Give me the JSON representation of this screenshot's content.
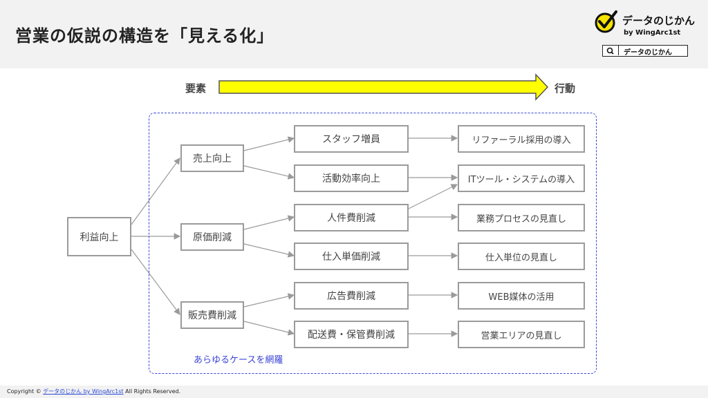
{
  "header": {
    "title": "営業の仮説の構造を「見える化」",
    "logo_name": "データのじかん",
    "logo_by": "by WingArc1st",
    "search_label": "データのじかん"
  },
  "axis": {
    "left_label": "要素",
    "right_label": "行動",
    "arrow_color": "#ffff00"
  },
  "tree": {
    "root": "利益向上",
    "level1": [
      "売上向上",
      "原価削減",
      "販売費削減"
    ],
    "level2": [
      "スタッフ増員",
      "活動効率向上",
      "人件費削減",
      "仕入単価削減",
      "広告費削減",
      "配送費・保管費削減"
    ],
    "actions": [
      "リファーラル採用の導入",
      "ITツール・システムの導入",
      "業務プロセスの見直し",
      "仕入単位の見直し",
      "WEB媒体の活用",
      "営業エリアの見直し"
    ],
    "note": "あらゆるケースを網羅"
  },
  "footer": {
    "prefix": "Copyright ©",
    "link": "データのじかん by WingArc1st",
    "suffix": "All Rights Reserved."
  },
  "colors": {
    "accent_blue": "#3a43d6",
    "node_border": "#9a9a9a",
    "logo_yellow": "#f5e400"
  }
}
